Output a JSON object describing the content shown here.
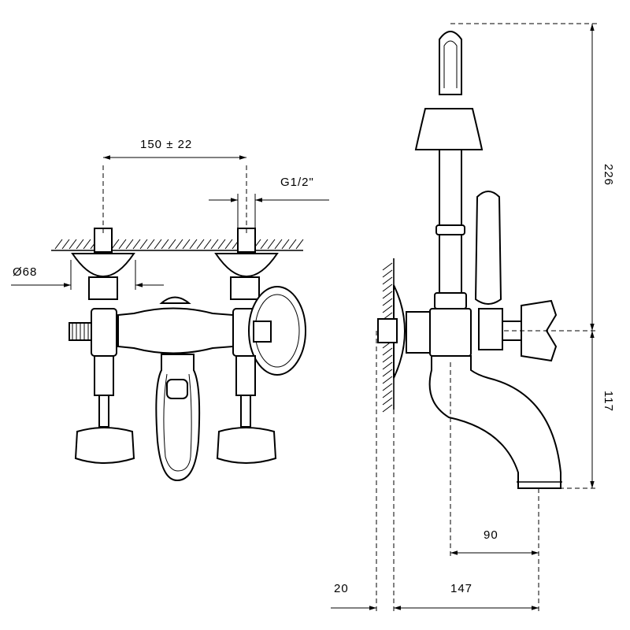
{
  "dimensions": {
    "spacing": "150 ± 22",
    "thread": "G1/2\"",
    "rosette_diameter": "Ø68",
    "height_top": "226",
    "height_bottom": "117",
    "spout_inner": "90",
    "wall_offset": "20",
    "projection": "147"
  }
}
